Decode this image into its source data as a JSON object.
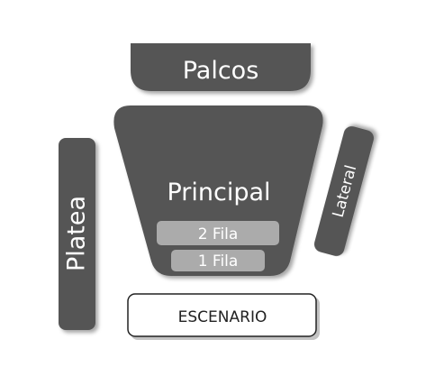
{
  "map": {
    "sections": {
      "palcos": {
        "label": "Palcos"
      },
      "principal": {
        "label": "Principal"
      },
      "lateral": {
        "label": "Lateral"
      },
      "platea": {
        "label": "Platea"
      },
      "fila_2": {
        "label": "2 Fila"
      },
      "fila_1": {
        "label": "1 Fila"
      },
      "escenario": {
        "label": "ESCENARIO"
      }
    },
    "colors": {
      "section": "#555555",
      "row": "#ababab",
      "stage": "#ffffff",
      "stage_border": "#222222",
      "shadow": "#bdbdbd"
    }
  }
}
